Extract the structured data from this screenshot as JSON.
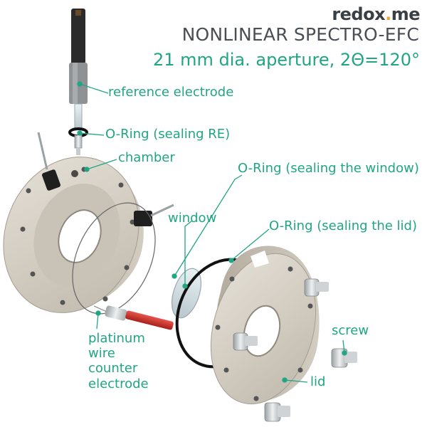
{
  "brand": {
    "logo_main": "redox",
    "logo_dot": ".",
    "logo_tail": "me",
    "logo_dot_color": "#f2a332"
  },
  "title": {
    "line1": "NONLINEAR SPECTRO-EFC",
    "line2": "21 mm dia. aperture, 2Θ=120°"
  },
  "labels": {
    "reference_electrode": "reference electrode",
    "oring_re": "O-Ring (sealing RE)",
    "chamber": "chamber",
    "oring_window": "O-Ring (sealing the window)",
    "window": "window",
    "oring_lid": "O-Ring (sealing the lid)",
    "screw": "screw",
    "counter_electrode": "platinum\nwire\ncounter\nelectrode",
    "lid": "lid"
  },
  "colors": {
    "accent": "#20a585",
    "title_gray": "#4a4f56",
    "part_beige": "#d9d3c8"
  }
}
